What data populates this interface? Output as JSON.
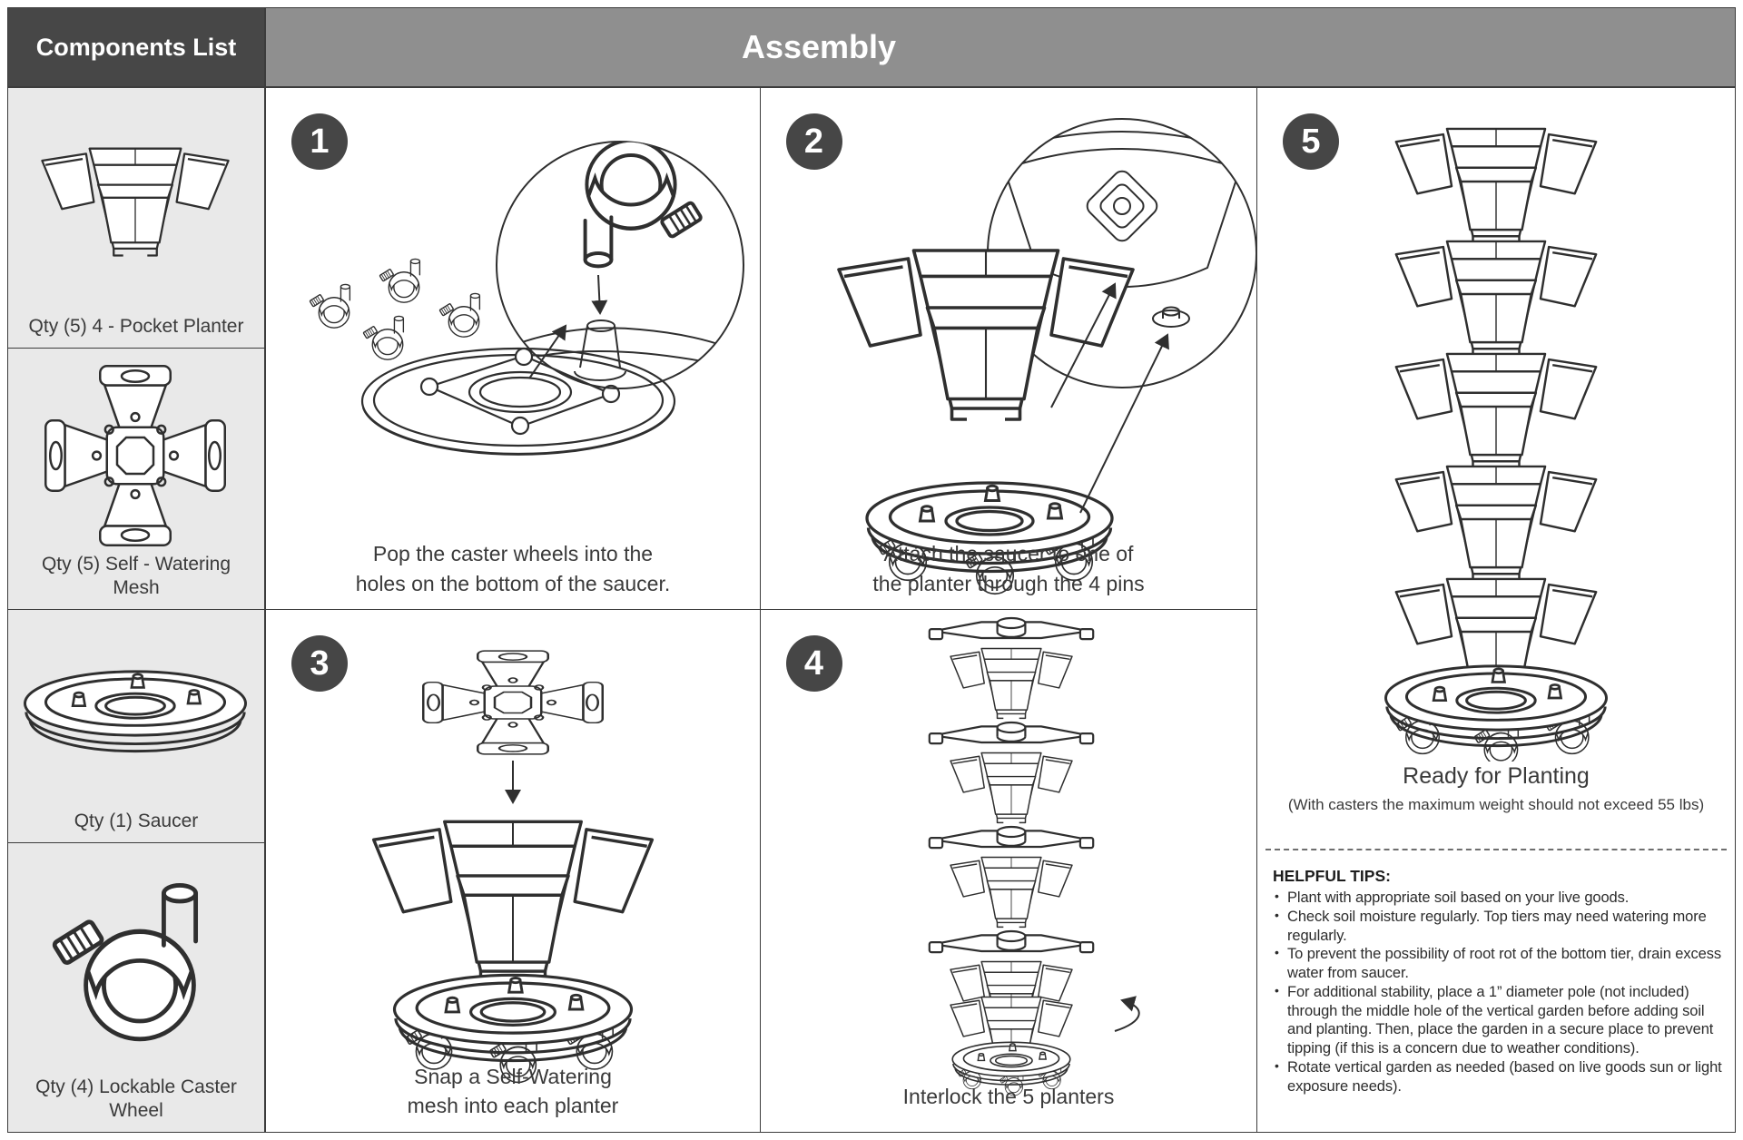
{
  "colors": {
    "components_header_bg": "#474747",
    "assembly_header_bg": "#8f8f8f",
    "components_panel_bg": "#e9e9e9",
    "badge_bg": "#464646",
    "line_art": "#2f2f2f",
    "body_text": "#3a3a3a"
  },
  "components_list": {
    "header": "Components List",
    "items": [
      {
        "name": "pocket-planter",
        "label": "Qty (5) 4 - Pocket Planter"
      },
      {
        "name": "self-watering-mesh",
        "label": "Qty (5) Self - Watering\nMesh"
      },
      {
        "name": "saucer",
        "label": "Qty (1) Saucer"
      },
      {
        "name": "lockable-caster-wheel",
        "label": "Qty (4) Lockable Caster\nWheel"
      }
    ]
  },
  "assembly": {
    "header": "Assembly",
    "steps": [
      {
        "number": "1",
        "caption": "Pop the caster wheels into the\nholes on the bottom of the saucer."
      },
      {
        "number": "2",
        "caption": "Attach the saucer to one of\nthe planter through the 4 pins"
      },
      {
        "number": "3",
        "caption": "Snap a Self-Watering\nmesh into each planter"
      },
      {
        "number": "4",
        "caption": "Interlock the 5 planters"
      },
      {
        "number": "5",
        "title": "Ready for Planting",
        "subtitle": "(With casters the maximum weight should not exceed 55 lbs)"
      }
    ],
    "tips": {
      "heading": "HELPFUL TIPS:",
      "items": [
        "Plant with appropriate soil based on your live goods.",
        "Check soil moisture regularly.  Top tiers may need watering more regularly.",
        "To prevent the possibility of root rot of the bottom tier, drain excess water from saucer.",
        "For additional stability, place a 1”  diameter pole (not included) through the middle hole of the vertical garden before adding soil and planting. Then, place the garden in a secure place to prevent tipping (if this is a concern due to weather conditions).",
        "Rotate vertical garden as needed (based on live goods sun or light exposure needs)."
      ]
    }
  }
}
